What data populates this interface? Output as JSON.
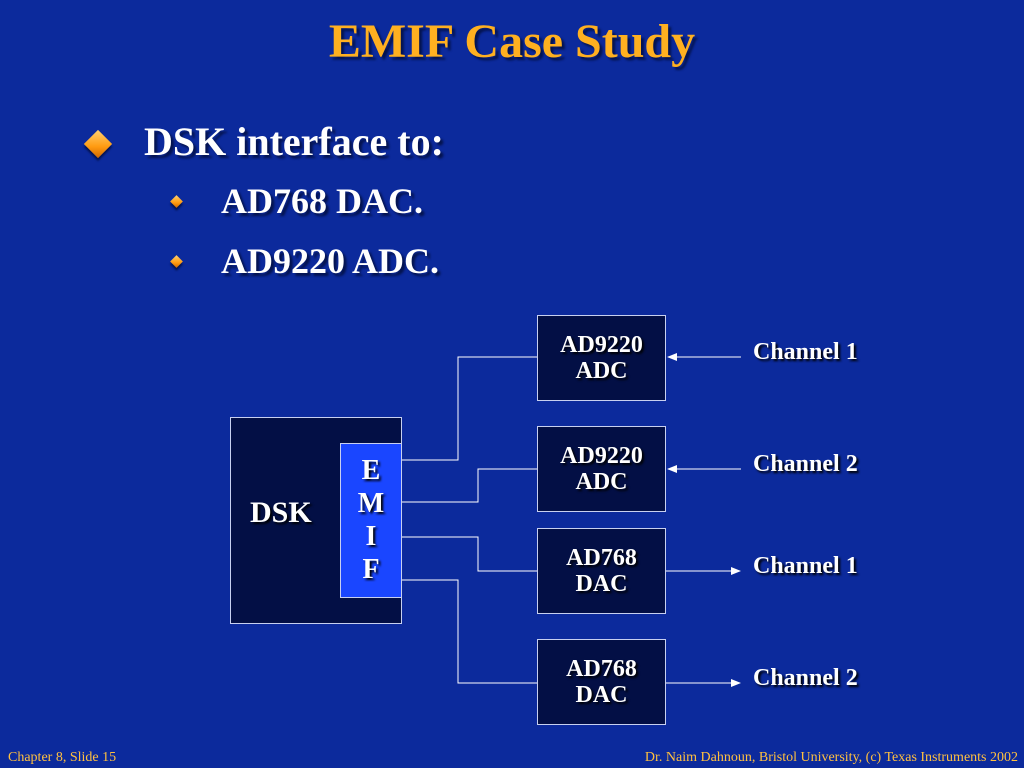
{
  "slide": {
    "title": "EMIF Case Study",
    "bullets": [
      {
        "text": "DSK interface to:",
        "level": 1
      },
      {
        "text": "AD768 DAC.",
        "level": 2
      },
      {
        "text": "AD9220 ADC.",
        "level": 2
      }
    ]
  },
  "diagram": {
    "dsk_label": "DSK",
    "emif_letters": [
      "E",
      "M",
      "I",
      "F"
    ],
    "devices": [
      {
        "line1": "AD9220",
        "line2": "ADC",
        "channel": "Channel 1"
      },
      {
        "line1": "AD9220",
        "line2": "ADC",
        "channel": "Channel 2"
      },
      {
        "line1": "AD768",
        "line2": "DAC",
        "channel": "Channel 1"
      },
      {
        "line1": "AD768",
        "line2": "DAC",
        "channel": "Channel 2"
      }
    ]
  },
  "footer": {
    "left": "Chapter 8, Slide 15",
    "right": "Dr. Naim Dahnoun, Bristol University,  (c) Texas Instruments 2002"
  },
  "colors": {
    "background": "#0c2a9c",
    "title": "#ffb020",
    "box": "#030f45",
    "emif": "#1a46ff"
  }
}
